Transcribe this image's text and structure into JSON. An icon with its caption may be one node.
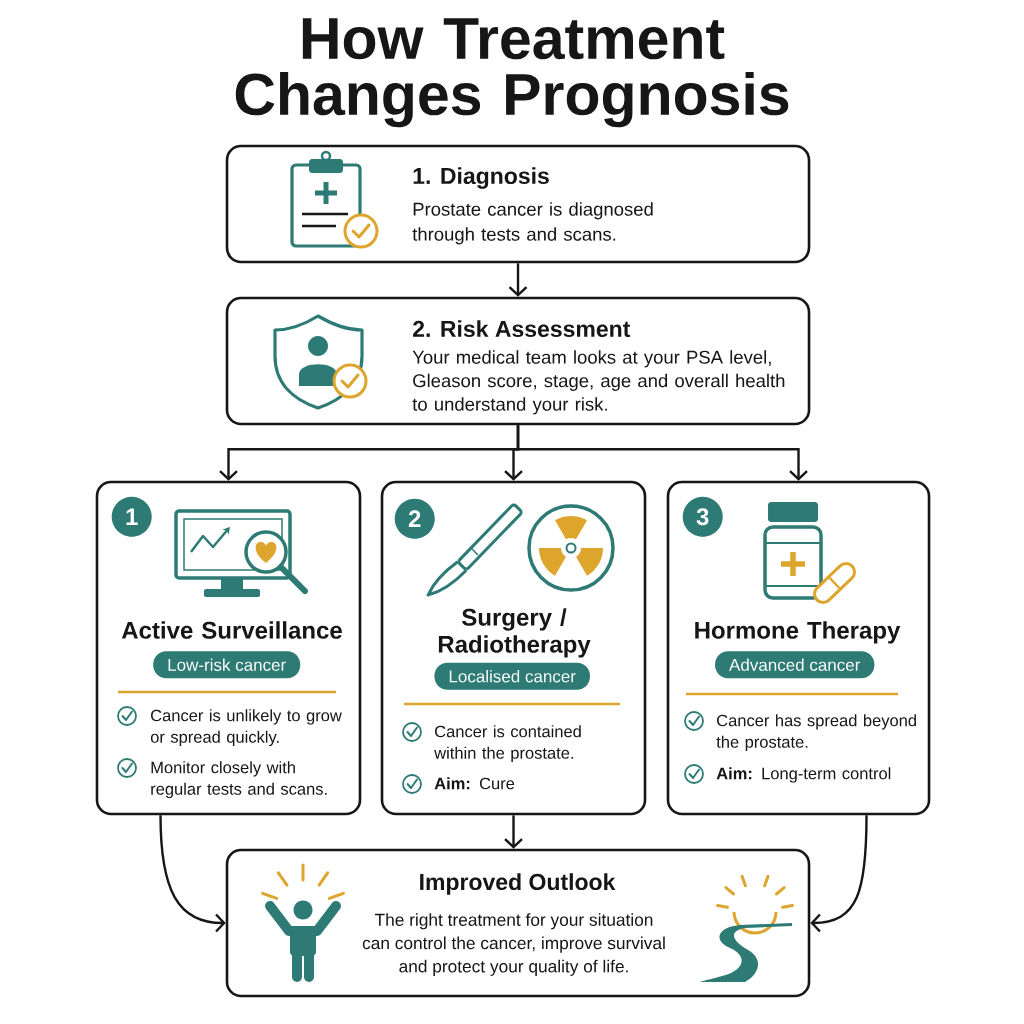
{
  "diagram": {
    "title": "How Treatment Changes Prognosis",
    "nodes": [
      {
        "text": [
          "1. Diagnosis",
          "Prostate cancer is diagnosed through tests and scans."
        ]
      },
      {
        "text": [
          "2. Risk Assessment",
          "Your medical team looks at your PSA level, Gleason score, stage, age and overall health to understand your risk."
        ]
      },
      {
        "text": [
          "Active Surveillance",
          "Cancer is unlikely to grow or spread quickly.",
          "Monitor closely with regular tests and scans."
        ]
      },
      {
        "text": [
          "1"
        ],
        "in": 2
      },
      {
        "text": [
          "Low-risk cancer"
        ],
        "in": 2
      },
      {
        "text": [
          "Surgery / Radiotherapy",
          "Cancer is contained within the prostate.",
          "**Aim:** Cure"
        ]
      },
      {
        "text": [
          "2"
        ],
        "in": 5
      },
      {
        "text": [
          "Localised cancer"
        ],
        "in": 5
      },
      {
        "text": [
          "Hormone Therapy",
          "Cancer has spread beyond the prostate.",
          "**Aim:** Long-term control"
        ]
      },
      {
        "text": [
          "3"
        ],
        "in": 8
      },
      {
        "text": [
          "Advanced cancer"
        ],
        "in": 8
      },
      {
        "text": [
          "Improved Outlook",
          "The right treatment for your situation can control the cancer, improve survival and protect your quality of life."
        ]
      }
    ],
    "edges": [
      {
        "from": 0,
        "to": 1,
        "arrow": "to"
      },
      {
        "from": 1,
        "to": 2,
        "arrow": "to"
      },
      {
        "from": 1,
        "to": 5,
        "arrow": "to"
      },
      {
        "from": 1,
        "to": 8,
        "arrow": "to"
      },
      {
        "from": 2,
        "to": 11,
        "arrow": "to"
      },
      {
        "from": 5,
        "to": 11,
        "arrow": "to"
      },
      {
        "from": 8,
        "to": 11,
        "arrow": "to"
      }
    ]
  }
}
